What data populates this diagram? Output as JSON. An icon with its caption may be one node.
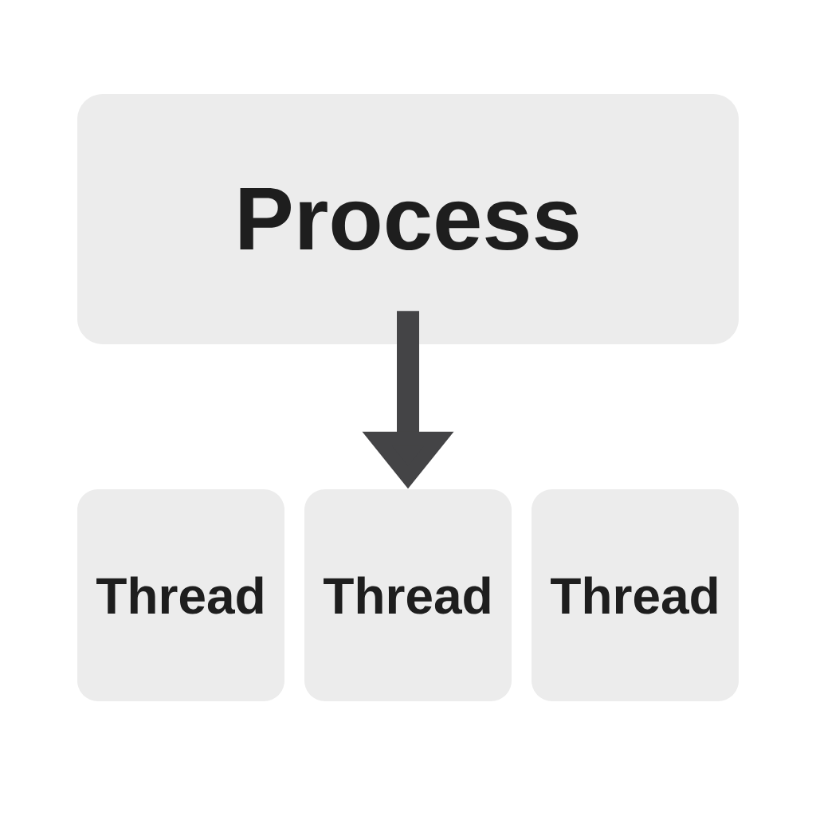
{
  "diagram": {
    "nodes": [
      {
        "text": [
          "Process"
        ]
      },
      {
        "text": [
          "Thread"
        ]
      },
      {
        "text": [
          "Thread"
        ]
      },
      {
        "text": [
          "Thread"
        ]
      }
    ],
    "edges": [
      {
        "from": 0,
        "to": 2,
        "arrow": "to"
      }
    ]
  }
}
